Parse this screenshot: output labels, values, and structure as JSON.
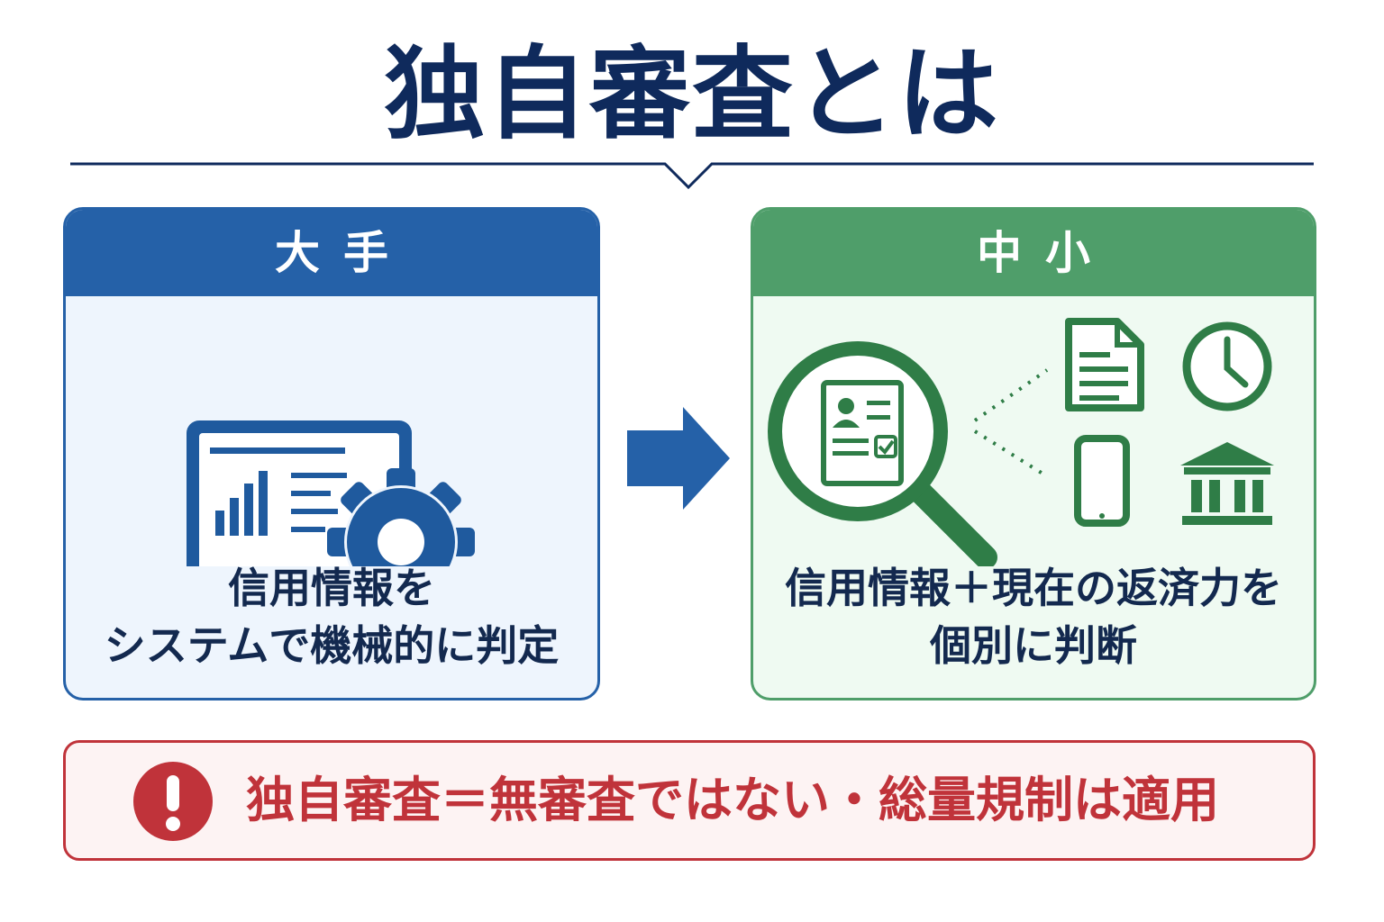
{
  "title": "独自審査とは",
  "left_panel": {
    "header": "大手",
    "description_line1": "信用情報を",
    "description_line2": "システムで機械的に判定",
    "icon": "dashboard-gear-icon"
  },
  "right_panel": {
    "header": "中小",
    "description_line1": "信用情報＋現在の返済力を",
    "description_line2": "個別に判断",
    "icons": [
      "magnifier-profile-icon",
      "document-icon",
      "clock-icon",
      "smartphone-icon",
      "bank-icon"
    ]
  },
  "notice": {
    "text": "独自審査＝無審査ではない・総量規制は適用",
    "icon": "exclamation-icon"
  },
  "colors": {
    "navy": "#0f2a5c",
    "blue": "#2561a8",
    "green": "#4f9e6a",
    "red": "#c0333a"
  }
}
